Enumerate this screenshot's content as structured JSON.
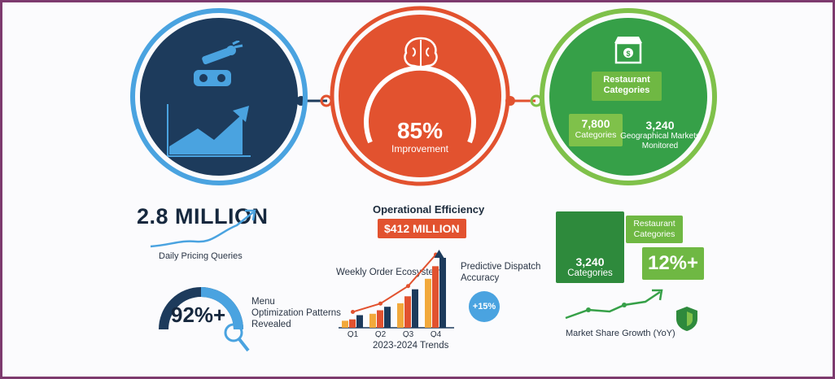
{
  "colors": {
    "navy": "#1d3b5c",
    "blue": "#4aa3e0",
    "orange": "#e2522f",
    "green": "#36a048",
    "lightgreen": "#7fc14a",
    "frame": "#7d3a6e"
  },
  "circle1": {
    "icon": "robot-arm-icon"
  },
  "circle2": {
    "icon": "brain-icon",
    "gauge_value": "85%",
    "gauge_label": "Improvement"
  },
  "circle3": {
    "icon": "storefront-icon",
    "header": "Restaurant\nCategories",
    "stat1_value": "7,800",
    "stat1_label": "Categories",
    "stat2_value": "3,240",
    "stat2_label": "Geographical Markets\nMonitored"
  },
  "left": {
    "headline": "2.8 MILLION",
    "caption": "Daily Pricing Queries",
    "gauge_value": "92%+",
    "gauge_fraction": 0.92,
    "gauge_label": "Menu\nOptimization Patterns\nRevealed"
  },
  "middle": {
    "title": "Operational Efficiency",
    "value": "$412 MILLION",
    "weekly_label": "Weekly Order Ecosystem",
    "dispatch_label": "Predictive Dispatch\nAccuracy",
    "dispatch_badge": "+15%",
    "trend_caption": "2023-2024 Trends"
  },
  "chart_data": {
    "type": "bar",
    "categories": [
      "Q1",
      "Q2",
      "Q3",
      "Q4"
    ],
    "series": [
      {
        "values": [
          1,
          2,
          3.5,
          7
        ]
      },
      {
        "values": [
          1.2,
          2.5,
          4.5,
          8.8
        ]
      },
      {
        "values": [
          1.8,
          3,
          5.5,
          10
        ]
      }
    ],
    "line": [
      1.8,
      3,
      5.5,
      10
    ]
  },
  "right": {
    "box_value": "3,240",
    "box_label": "Categories",
    "bubble": "Restaurant\nCategories",
    "percent": "12%+",
    "caption": "Market Share Growth (YoY)"
  }
}
